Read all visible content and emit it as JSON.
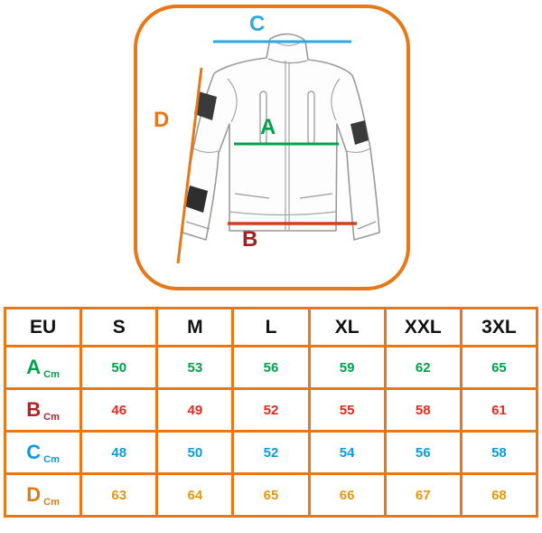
{
  "colors": {
    "border_orange": "#E87817",
    "row_a_green": "#00A14B",
    "row_b_red": "#E8291C",
    "row_c_blue": "#0B9BE3",
    "row_d_orange": "#E8960C",
    "line_c_blue": "#2FA8DF",
    "line_a_green": "#00A14B",
    "line_b_red": "#D2401E",
    "line_d_orange": "#E87817",
    "header_text": "#111111"
  },
  "diagram": {
    "labels": {
      "A": "A",
      "B": "B",
      "C": "C",
      "D": "D"
    }
  },
  "chart_data": {
    "type": "table",
    "title": "",
    "columns": [
      "EU",
      "S",
      "M",
      "L",
      "XL",
      "XXL",
      "3XL"
    ],
    "rows": [
      {
        "label": "A",
        "unit": "Cm",
        "color": "#00A14B",
        "values": [
          50,
          53,
          56,
          59,
          62,
          65
        ]
      },
      {
        "label": "B",
        "unit": "Cm",
        "color": "#E8291C",
        "values": [
          46,
          49,
          52,
          55,
          58,
          61
        ]
      },
      {
        "label": "C",
        "unit": "Cm",
        "color": "#0B9BE3",
        "values": [
          48,
          50,
          52,
          54,
          56,
          58
        ]
      },
      {
        "label": "D",
        "unit": "Cm",
        "color": "#E8960C",
        "values": [
          63,
          64,
          65,
          66,
          67,
          68
        ]
      }
    ]
  }
}
